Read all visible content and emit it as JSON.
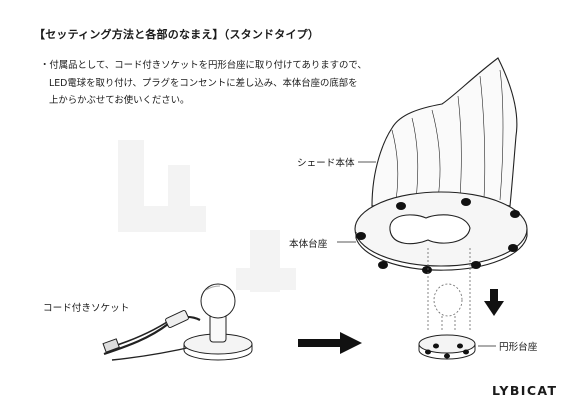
{
  "title": "【セッティング方法と各部のなまえ】（スタンドタイプ）",
  "instructions": [
    "・付属品として、コード付きソケットを円形台座に取り付けてありますので、",
    "LED電球を取り付け、プラグをコンセントに差し込み、本体台座の底部を",
    "上からかぶせてお使いください。"
  ],
  "labels": {
    "shade": "シェード本体",
    "body_base": "本体台座",
    "socket": "コード付きソケット",
    "round_base": "円形台座"
  },
  "brand": "LYBICAT"
}
